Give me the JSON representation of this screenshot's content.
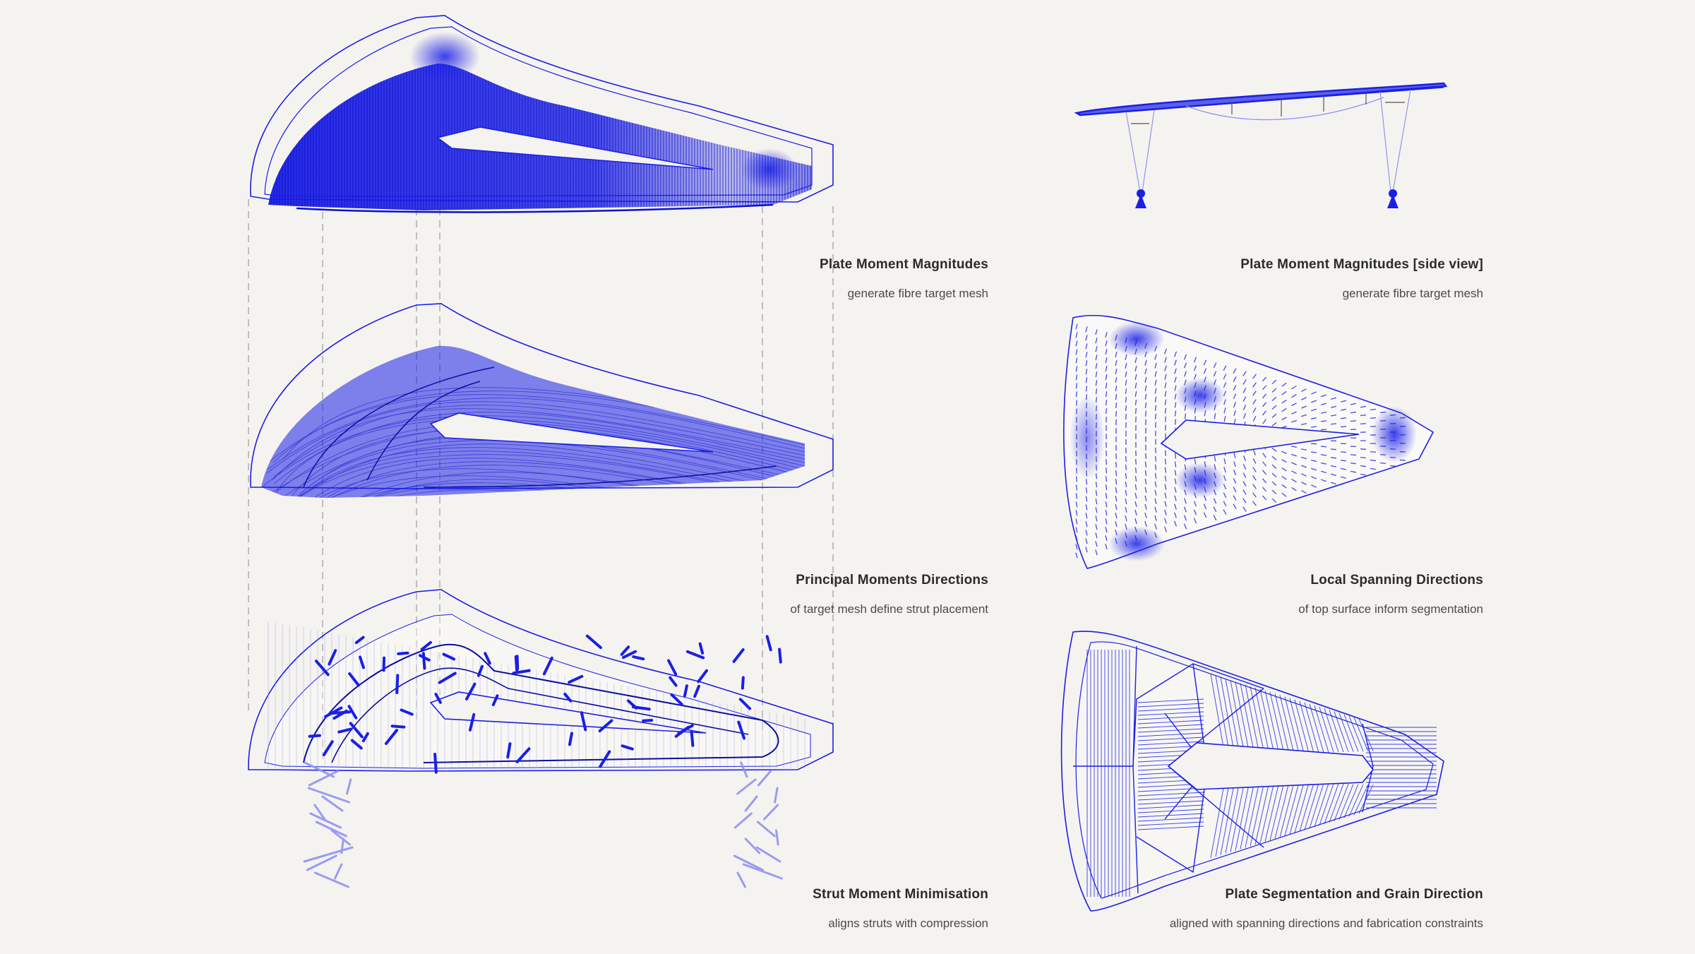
{
  "colors": {
    "accent": "#1a1fe6",
    "accent_light": "#8f93f2",
    "background": "#f5f3ef",
    "guide": "#9a9a9a",
    "text": "#2b2b2b"
  },
  "panels": [
    {
      "title": "Plate Moment Magnitudes",
      "subtitle": "generate fibre target mesh"
    },
    {
      "title": "Plate Moment Magnitudes [side view]",
      "subtitle": "generate fibre target mesh"
    },
    {
      "title": "Principal Moments Directions",
      "subtitle": "of target mesh define strut placement"
    },
    {
      "title": "Local Spanning Directions",
      "subtitle": "of top surface inform segmentation"
    },
    {
      "title": "Strut Moment Minimisation",
      "subtitle": "aligns struts with compression"
    },
    {
      "title": "Plate Segmentation and Grain Direction",
      "subtitle": "aligned with spanning directions and fabrication constraints"
    }
  ]
}
